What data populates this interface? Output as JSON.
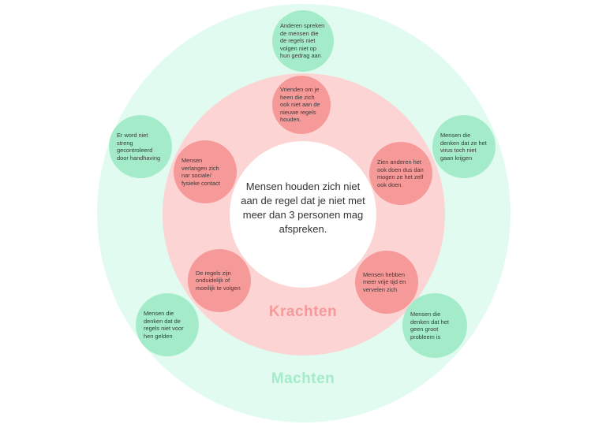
{
  "center": {
    "text": "Mensen houden zich niet aan de regel dat je niet met meer dan 3 personen mag afspreken."
  },
  "labels": {
    "krachten": "Krachten",
    "machten": "Machten"
  },
  "krachten": [
    "Vrienden om je heen die zich ook niet aan de nieuwe regels houden.",
    "Zien anderen het ook doen dus dan mogen ze het zelf ook doen.",
    "Mensen hebben meer vrije tijd en vervelen zich",
    "De regels zijn onduidelijk of moeilijk te volgen",
    "Mensen verlangen zich nar sociale/ fysieke contact"
  ],
  "machten": [
    "Anderen spreken de mensen die de regels niet volgen niet op hun gedrag aan",
    "Mensen die denken dat ze het virus toch niet gaan krijgen",
    "Mensen die denken dat het geen groot probleem is",
    "Mensen die denken dat de regels niet voor hen gelden",
    "Er word niet streng gecontroleerd door handhaving"
  ],
  "colors": {
    "outer_ring": "#e1fbf0",
    "inner_ring": "#fdd4d4",
    "green_bubble": "#a4ecc9",
    "red_bubble": "#f59a99"
  }
}
